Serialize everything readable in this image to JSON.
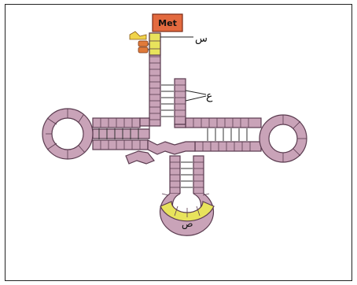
{
  "diagram": {
    "amino_acid": "Met",
    "labels": {
      "s": "س",
      "a": "ع",
      "c": "ص"
    },
    "colors": {
      "body": "#c9a3b8",
      "stroke": "#5a3b4f",
      "anticodon": "#e8e35c",
      "met_fill": "#e36a3f",
      "met_text": "#1a1a1a"
    }
  }
}
